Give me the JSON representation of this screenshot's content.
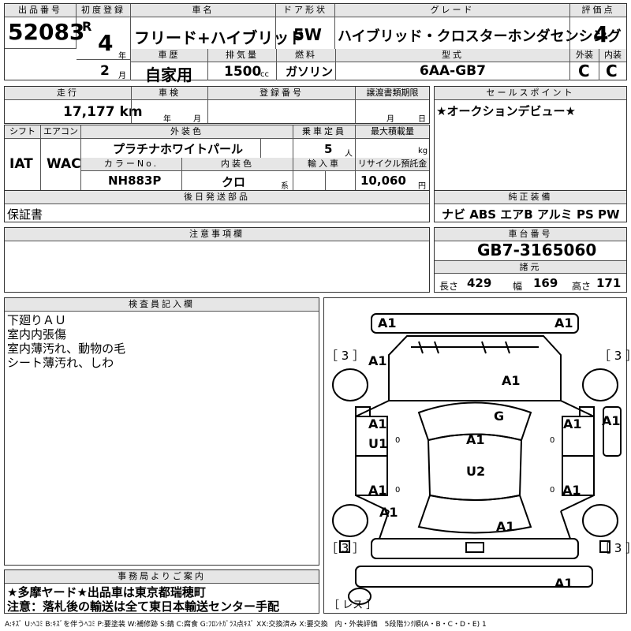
{
  "top": {
    "lot_no_label": "出品番号",
    "lot_no": "52083",
    "first_reg_label": "初度登録",
    "era": "R",
    "year": "4",
    "year_unit": "年",
    "month": "2",
    "month_unit": "月",
    "car_name_label": "車名",
    "car_name": "フリード+ハイブリッド",
    "door_label": "ドア形状",
    "door": "5W",
    "grade_label": "グレード",
    "grade": "ハイブリッド・クロスターホンダセンシング",
    "score_label": "評価点",
    "score": "4",
    "history_label": "車歴",
    "history": "自家用",
    "displacement_label": "排気量",
    "displacement": "1500",
    "displacement_unit": "cc",
    "fuel_label": "燃料",
    "fuel": "ガソリン",
    "model_label": "型式",
    "model": "6AA-GB7",
    "ext_label": "外装",
    "ext": "C",
    "int_label": "内装",
    "int": "C"
  },
  "row2": {
    "mileage_label": "走行",
    "mileage": "17,177 km",
    "inspection_label": "車検",
    "insp_year_unit": "年",
    "insp_month_unit": "月",
    "reg_no_label": "登録番号",
    "transfer_label": "譲渡書類期限",
    "tr_month_unit": "月",
    "tr_day_unit": "日",
    "sales_point_label": "セールスポイント",
    "sales_point": "★オークションデビュー★"
  },
  "row3": {
    "shift_label": "シフト",
    "shift": "IAT",
    "ac_label": "エアコン",
    "ac": "WAC",
    "exterior_color_label": "外装色",
    "exterior_color": "プラチナホワイトパール",
    "capacity_label": "乗車定員",
    "capacity": "5",
    "capacity_unit": "人",
    "max_load_label": "最大積載量",
    "max_load_unit": "kg",
    "color_no_label": "カラーNo.",
    "color_no": "NH883P",
    "interior_color_label": "内装色",
    "interior_color": "クロ",
    "interior_color_unit": "系",
    "import_label": "輸入車",
    "recycle_label": "リサイクル預託金",
    "recycle": "10,060",
    "recycle_unit": "円"
  },
  "later": {
    "label": "後日発送部品",
    "value": "保証書"
  },
  "equipment": {
    "label": "純正装備",
    "value": "ナビ ABS エアB アルミ PS PW"
  },
  "notes": {
    "label": "注意事項欄"
  },
  "chassis": {
    "label": "車台番号",
    "value": "GB7-3165060"
  },
  "specs": {
    "label": "諸元",
    "length_label": "長さ",
    "length": "429",
    "width_label": "幅",
    "width": "169",
    "height_label": "高さ",
    "height": "171"
  },
  "inspector": {
    "label": "検査員記入欄",
    "lines": [
      "下廻りＡＵ",
      "室内内張傷",
      "室内薄汚れ、動物の毛",
      "シート薄汚れ、しわ"
    ]
  },
  "office": {
    "label": "事務局よりご案内",
    "line1": "★多摩ヤード★出品車は東京都瑞穂町",
    "line2": "注意：落札後の輸送は全て東日本輸送センター手配"
  },
  "legend": "A:ｷｽﾞ U:ﾍｺﾐ B:ｷｽﾞを伴うﾍｺﾐ P:要塗装 W:補修跡 S:錆 C:腐食 G:ﾌﾛﾝﾄｶﾞﾗｽ点ｷｽﾞ XX:交換済み X:要交換　内・外装評価　5段階ﾗﾝｸ順(A・B・C・D・E) 1",
  "diagram": {
    "marks": [
      "A1",
      "A1",
      "A1",
      "A1",
      "A1",
      "G",
      "A1",
      "A1",
      "A1",
      "U1",
      "A1",
      "U2",
      "A1",
      "A1",
      "A1",
      "A1"
    ],
    "brackets": [
      "［ 3 ］",
      "［ 3 ］",
      "［ 3 ］",
      "［ 3 ］"
    ],
    "tire_labels": [
      "0",
      "0",
      "0",
      "0"
    ],
    "spare": "［ レス ］"
  },
  "colors": {
    "header_bg": "#e6e6e6",
    "border": "#333333"
  }
}
